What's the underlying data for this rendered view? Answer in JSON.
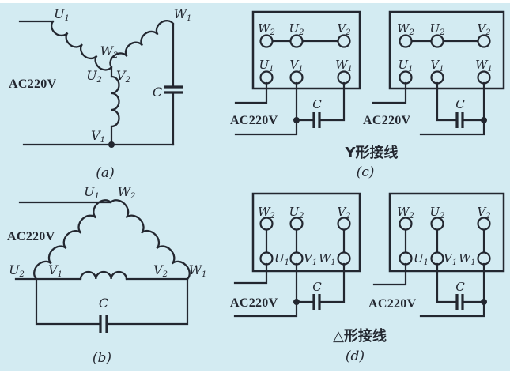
{
  "colors": {
    "bg": "#d3ebf2",
    "ink": "#232730"
  },
  "source_label": "AC220V",
  "capacitor_label": "C",
  "terminals": {
    "top": [
      {
        "b": "W",
        "s": "2"
      },
      {
        "b": "U",
        "s": "2"
      },
      {
        "b": "V",
        "s": "2"
      }
    ],
    "bottom": [
      {
        "b": "U",
        "s": "1"
      },
      {
        "b": "V",
        "s": "1"
      },
      {
        "b": "W",
        "s": "1"
      }
    ]
  },
  "panel_a": {
    "caption": "(a)",
    "u1": {
      "b": "U",
      "s": "1"
    },
    "w1": {
      "b": "W",
      "s": "1"
    },
    "w2": {
      "b": "W",
      "s": "2"
    },
    "u2": {
      "b": "U",
      "s": "2"
    },
    "v2": {
      "b": "V",
      "s": "2"
    },
    "v1": {
      "b": "V",
      "s": "1"
    }
  },
  "panel_b": {
    "caption": "(b)",
    "u1": {
      "b": "U",
      "s": "1"
    },
    "w2": {
      "b": "W",
      "s": "2"
    },
    "u2": {
      "b": "U",
      "s": "2"
    },
    "v1": {
      "b": "V",
      "s": "1"
    },
    "v2": {
      "b": "V",
      "s": "2"
    },
    "w1": {
      "b": "W",
      "s": "1"
    }
  },
  "panel_c": {
    "caption": "(c)",
    "title": "Y形接线"
  },
  "panel_d": {
    "caption": "(d)",
    "title": "△形接线"
  }
}
